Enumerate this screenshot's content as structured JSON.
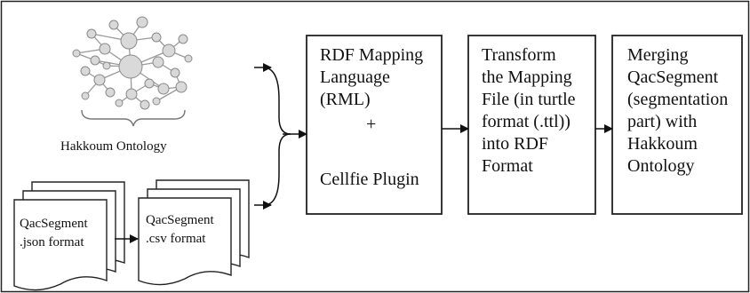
{
  "ontology": {
    "label": "Hakkoum Ontology"
  },
  "documents": {
    "json_label": "QacSegment\n.json format",
    "csv_label": "QacSegment\n.csv format"
  },
  "steps": {
    "rml": {
      "title": "RDF Mapping\nLanguage\n(RML)",
      "plus": "+",
      "plugin": "Cellfie Plugin"
    },
    "transform": {
      "text": "Transform\nthe Mapping\nFile (in turtle\nformat (.ttl))\ninto RDF\nFormat"
    },
    "merge": {
      "text": "Merging\nQacSegment\n(segmentation\npart) with\nHakkoum\nOntology"
    }
  },
  "colors": {
    "stroke": "#222222",
    "node_fill": "#d9d9d9",
    "node_stroke": "#8a8a8a",
    "edge": "#9a9a9a"
  }
}
